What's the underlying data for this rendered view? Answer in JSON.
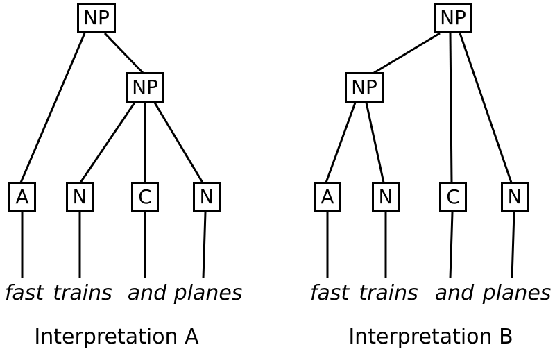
{
  "colors": {
    "background": "#ffffff",
    "line": "#000000",
    "text": "#000000"
  },
  "trees": [
    {
      "caption": "Interpretation A",
      "root_label": "NP",
      "inner_label": "NP",
      "leaves": [
        "A",
        "N",
        "C",
        "N"
      ],
      "words": [
        "fast",
        "trains",
        "and",
        "planes"
      ]
    },
    {
      "caption": "Interpretation B",
      "root_label": "NP",
      "inner_label": "NP",
      "leaves": [
        "A",
        "N",
        "C",
        "N"
      ],
      "words": [
        "fast",
        "trains",
        "and",
        "planes"
      ]
    }
  ]
}
